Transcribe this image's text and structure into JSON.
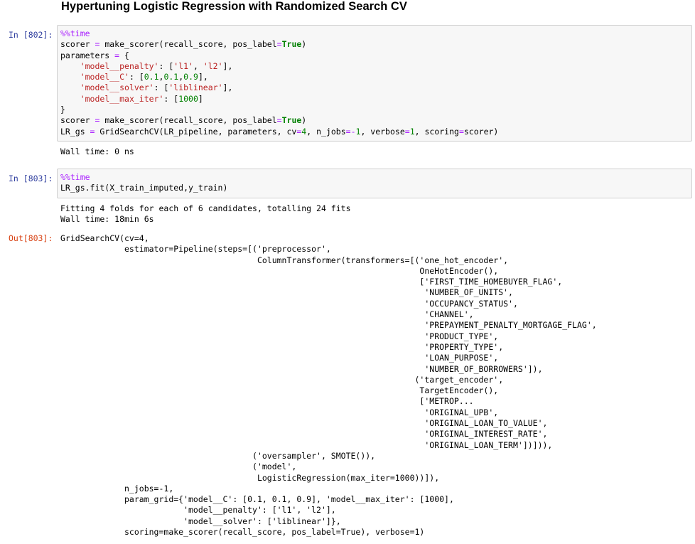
{
  "notebook": {
    "heading": "Hypertuning Logistic Regression with Randomized Search CV",
    "cells": [
      {
        "prompt_in": "In [802]:",
        "code_lines": [
          "%%time",
          "scorer = make_scorer(recall_score, pos_label=True)",
          "parameters = {",
          "    'model__penalty': ['l1', 'l2'],",
          "    'model__C': [0.1,0.1,0.9],",
          "    'model__solver': ['liblinear'],",
          "    'model__max_iter': [1000]",
          "}",
          "scorer = make_scorer(recall_score, pos_label=True)",
          "LR_gs = GridSearchCV(LR_pipeline, parameters, cv=4, n_jobs=-1, verbose=1, scoring=scorer)"
        ],
        "stdout": "Wall time: 0 ns"
      },
      {
        "prompt_in": "In [803]:",
        "code_lines": [
          "%%time",
          "LR_gs.fit(X_train_imputed,y_train)"
        ],
        "stdout": "Fitting 4 folds for each of 6 candidates, totalling 24 fits\nWall time: 18min 6s",
        "prompt_out": "Out[803]:",
        "result": "GridSearchCV(cv=4,\n             estimator=Pipeline(steps=[('preprocessor',\n                                        ColumnTransformer(transformers=[('one_hot_encoder',\n                                                                         OneHotEncoder(),\n                                                                         ['FIRST_TIME_HOMEBUYER_FLAG',\n                                                                          'NUMBER_OF_UNITS',\n                                                                          'OCCUPANCY_STATUS',\n                                                                          'CHANNEL',\n                                                                          'PREPAYMENT_PENALTY_MORTGAGE_FLAG',\n                                                                          'PRODUCT_TYPE',\n                                                                          'PROPERTY_TYPE',\n                                                                          'LOAN_PURPOSE',\n                                                                          'NUMBER_OF_BORROWERS']),\n                                                                        ('target_encoder',\n                                                                         TargetEncoder(),\n                                                                         ['METROP...\n                                                                          'ORIGINAL_UPB',\n                                                                          'ORIGINAL_LOAN_TO_VALUE',\n                                                                          'ORIGINAL_INTEREST_RATE',\n                                                                          'ORIGINAL_LOAN_TERM'])])),\n                                       ('oversampler', SMOTE()),\n                                       ('model',\n                                        LogisticRegression(max_iter=1000))]),\n             n_jobs=-1,\n             param_grid={'model__C': [0.1, 0.1, 0.9], 'model__max_iter': [1000],\n                         'model__penalty': ['l1', 'l2'],\n                         'model__solver': ['liblinear']},\n             scoring=make_scorer(recall_score, pos_label=True), verbose=1)"
      }
    ]
  },
  "colors": {
    "prompt_in": "#303f9f",
    "prompt_out": "#d84315",
    "string": "#ba2121",
    "keyword": "#008000",
    "magic": "#aa22ff",
    "cell_background": "#f7f7f7",
    "cell_border": "#cfcfcf"
  }
}
